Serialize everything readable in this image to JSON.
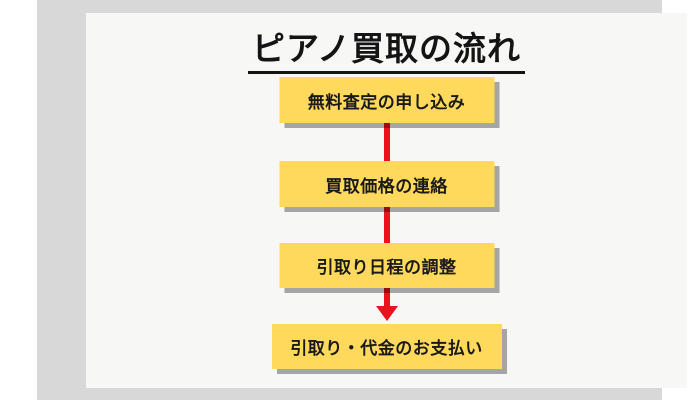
{
  "title": "ピアノ買取の流れ",
  "steps": [
    {
      "label": "無料査定の申し込み"
    },
    {
      "label": "買取価格の連絡"
    },
    {
      "label": "引取り日程の調整"
    },
    {
      "label": "引取り・代金のお支払い"
    }
  ],
  "colors": {
    "box_fill": "#ffd95c",
    "arrow_red": "#e8131c",
    "frame_gray": "#d8d8d8",
    "panel_bg": "#f7f7f6",
    "text_black": "#141414",
    "shadow_gray": "#ababab"
  }
}
